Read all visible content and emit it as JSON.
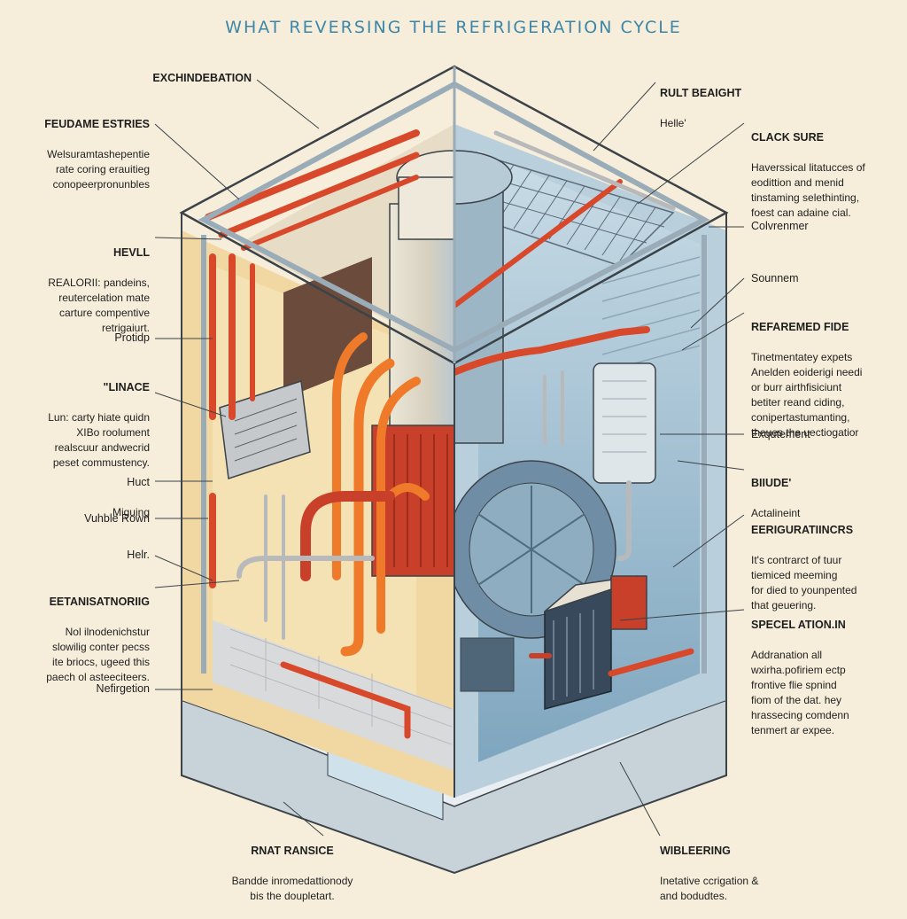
{
  "title": "WHAT REVERSING THE REFRIGERATION CYCLE",
  "labels_left": [
    {
      "head": "EXCHINDEBATION",
      "body": ""
    },
    {
      "head": "FEUDAME ESTRIES",
      "body": "Welsuramtashepentie\nrate coring erauitieg\nconopeerpronunbles"
    },
    {
      "head": "HEVLL",
      "body": "REALORII: pandeins,\nreutercelation mate\ncarture compentive\nretrigaiurt."
    },
    {
      "head": "Protidp",
      "body": ""
    },
    {
      "head": "\"LINACE",
      "body": "Lun: carty hiate quidn\nXIBo roolument\nrealscuur andwecrid\npeset commustency."
    },
    {
      "head": "Huct",
      "body": "Miguing"
    },
    {
      "head": "Vuhble Rown",
      "body": ""
    },
    {
      "head": "Helr.",
      "body": ""
    },
    {
      "head": "EETANISATNORIIG",
      "body": "Nol ilnodenichstur\nslowilig conter pecss\nite briocs, ugeed this\npaech ol asteeciteers."
    },
    {
      "head": "Nefirgetion",
      "body": ""
    }
  ],
  "labels_right": [
    {
      "head": "RULT BEAIGHT",
      "body": "Helle'"
    },
    {
      "head": "CLACK SURE",
      "body": "Haverssical litatucces of\neodittion and menid\ntinstaming selethinting,\nfoest can adaine cial."
    },
    {
      "head": "Colvrenmer",
      "body": ""
    },
    {
      "head": "Sounnem",
      "body": ""
    },
    {
      "head": "REFAREMED FIDE",
      "body": "Tinetmentatey expets\nAnelden eoiderigi needi\nor burr airthfisiciunt\nbetiter reand ciding,\nconipertastumanting,\ntheues the uectiogatior"
    },
    {
      "head": "Exqutement",
      "body": ""
    },
    {
      "head": "BIIUDE'",
      "body": "Actalineint"
    },
    {
      "head": "EERIGURATIINCRS",
      "body": "It's contrarct of tuur\ntiemiced meeming\nfor died to younpented\nthat geuering."
    },
    {
      "head": "SPECEL ATION.IN",
      "body": "Addranation all\nwxirha.pofiriem ectp\nfrontive flie spnind\nfiom of the dat. hey\nhrassecing comdenn\ntenmert ar expee."
    }
  ],
  "labels_bottom": [
    {
      "head": "RNAT RANSICE",
      "body": "Bandde inromedattionody\nbis the doupletart."
    },
    {
      "head": "WIBLEERING",
      "body": "Inetative ccrigation &\nand bodudtes."
    }
  ],
  "colors": {
    "background": "#f6eedb",
    "title": "#3d86a8",
    "hot_pipe": "#d8482a",
    "warm_pipe": "#ee7a2a",
    "cold_side": "#9cc0d6",
    "frame": "#9aacb7",
    "outline": "#3b4248"
  }
}
